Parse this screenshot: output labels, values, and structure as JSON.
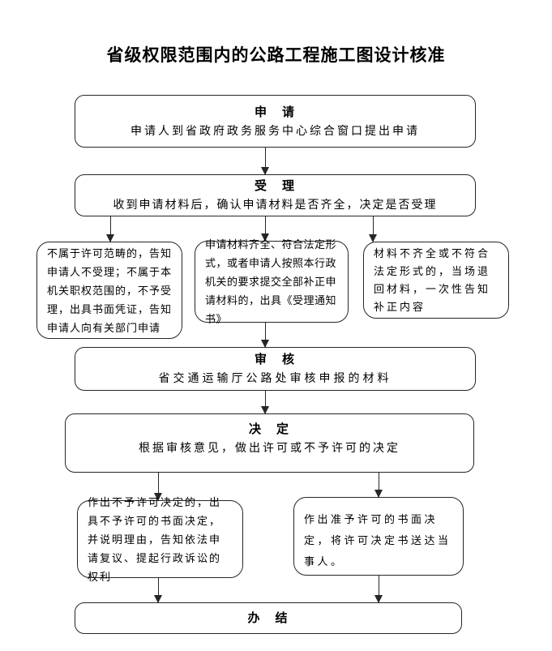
{
  "title": "省级权限范围内的公路工程施工图设计核准",
  "nodes": {
    "apply": {
      "heading": "申　请",
      "body": "申请人到省政府政务服务中心综合窗口提出申请"
    },
    "accept": {
      "heading": "受　理",
      "body": "收到申请材料后，确认申请材料是否齐全，决定是否受理"
    },
    "reject_notice": {
      "body": "不属于许可范畴的，告知申请人不受理；不属于本机关职权范围的，不予受理，出具书面凭证，告知申请人向有关部门申请"
    },
    "accept_notice": {
      "body": "申请材料齐全、符合法定形式，或者申请人按照本行政机关的要求提交全部补正申请材料的，出具《受理通知书》"
    },
    "return_materials": {
      "body": "材料不齐全或不符合法定形式的，当场退回材料，一次性告知补正内容"
    },
    "review": {
      "heading": "审　核",
      "body": "省交通运输厅公路处审核申报的材料"
    },
    "decide": {
      "heading": "决　定",
      "body": "根据审核意见，做出许可或不予许可的决定"
    },
    "deny_decision": {
      "body": "作出不予许可决定的，出具不予许可的书面决定，并说明理由，告知依法申请复议、提起行政诉讼的权利"
    },
    "grant_decision": {
      "body": "作出准予许可的书面决定，将许可决定书送达当事人。"
    },
    "complete": {
      "heading": "办　结"
    }
  },
  "colors": {
    "line": "#262626",
    "background": "#ffffff",
    "text": "#000000"
  }
}
